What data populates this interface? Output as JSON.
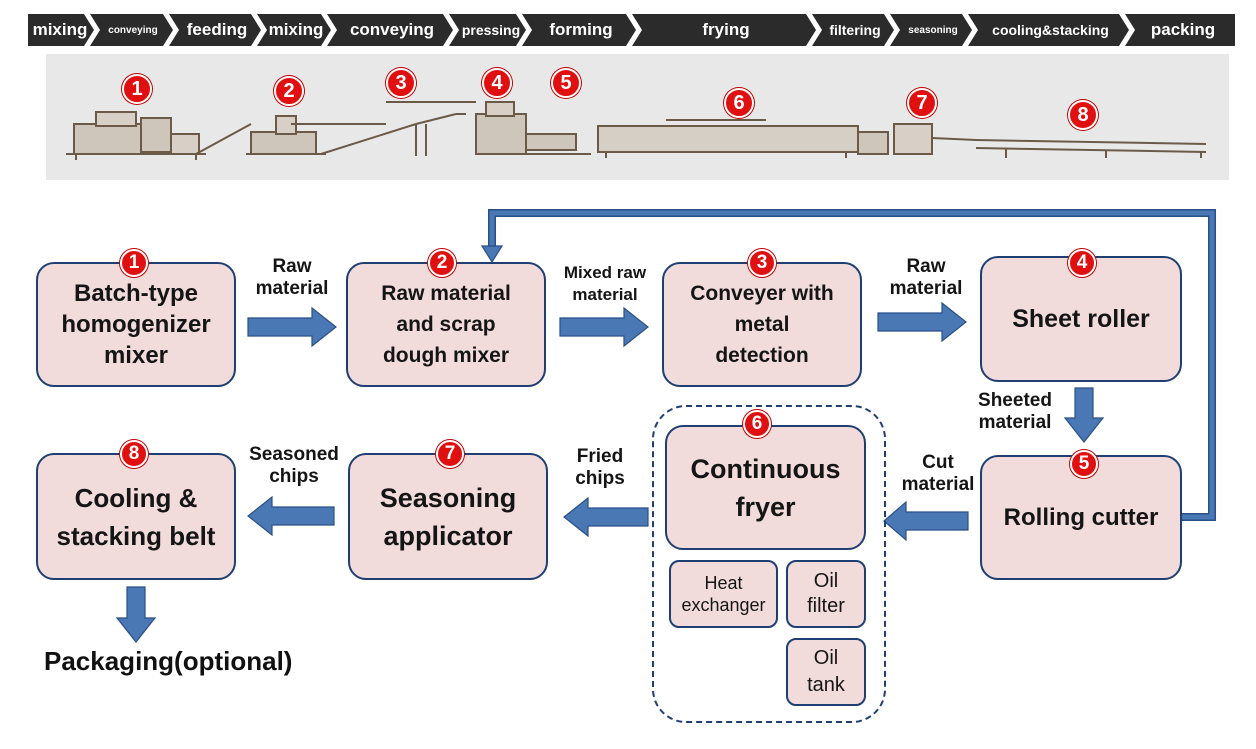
{
  "process_bar": {
    "stages": [
      {
        "label": "mixing",
        "size": "normal"
      },
      {
        "label": "conveying",
        "size": "tiny"
      },
      {
        "label": "feeding",
        "size": "normal"
      },
      {
        "label": "mixing",
        "size": "normal"
      },
      {
        "label": "conveying",
        "size": "normal"
      },
      {
        "label": "pressing",
        "size": "small"
      },
      {
        "label": "forming",
        "size": "normal"
      },
      {
        "label": "frying",
        "size": "normal"
      },
      {
        "label": "filtering",
        "size": "small"
      },
      {
        "label": "seasoning",
        "size": "tiny"
      },
      {
        "label": "cooling&stacking",
        "size": "small"
      },
      {
        "label": "packing",
        "size": "normal"
      }
    ]
  },
  "machine_line": {
    "markers": [
      "1",
      "2",
      "3",
      "4",
      "5",
      "6",
      "7",
      "8"
    ]
  },
  "flow": {
    "steps": [
      {
        "number": "1",
        "label": "Batch-type\nhomogenizer\nmixer"
      },
      {
        "number": "2",
        "label": "Raw material\nand scrap\ndough mixer"
      },
      {
        "number": "3",
        "label": "Conveyer with\nmetal\ndetection"
      },
      {
        "number": "4",
        "label": "Sheet roller"
      },
      {
        "number": "5",
        "label": "Rolling cutter"
      },
      {
        "number": "6",
        "label": "Continuous\nfryer"
      },
      {
        "number": "7",
        "label": "Seasoning\napplicator"
      },
      {
        "number": "8",
        "label": "Cooling &\nstacking belt"
      }
    ],
    "fryer_parts": [
      "Heat\nexchanger",
      "Oil\nfilter",
      "Oil\ntank"
    ],
    "arrow_labels": {
      "a12": "Raw\nmaterial",
      "a23": "Mixed raw\nmaterial",
      "a34": "Raw\nmaterial",
      "a45": "Sheeted\nmaterial",
      "a56": "Cut\nmaterial",
      "a67": "Fried\nchips",
      "a78": "Seasoned\nchips"
    },
    "final": "Packaging(optional)"
  },
  "colors": {
    "bar": "#2b2b2b",
    "box_fill": "#f1dcdb",
    "box_border": "#1f3f73",
    "arrow": "#4a78b5",
    "badge": "#e01010"
  }
}
